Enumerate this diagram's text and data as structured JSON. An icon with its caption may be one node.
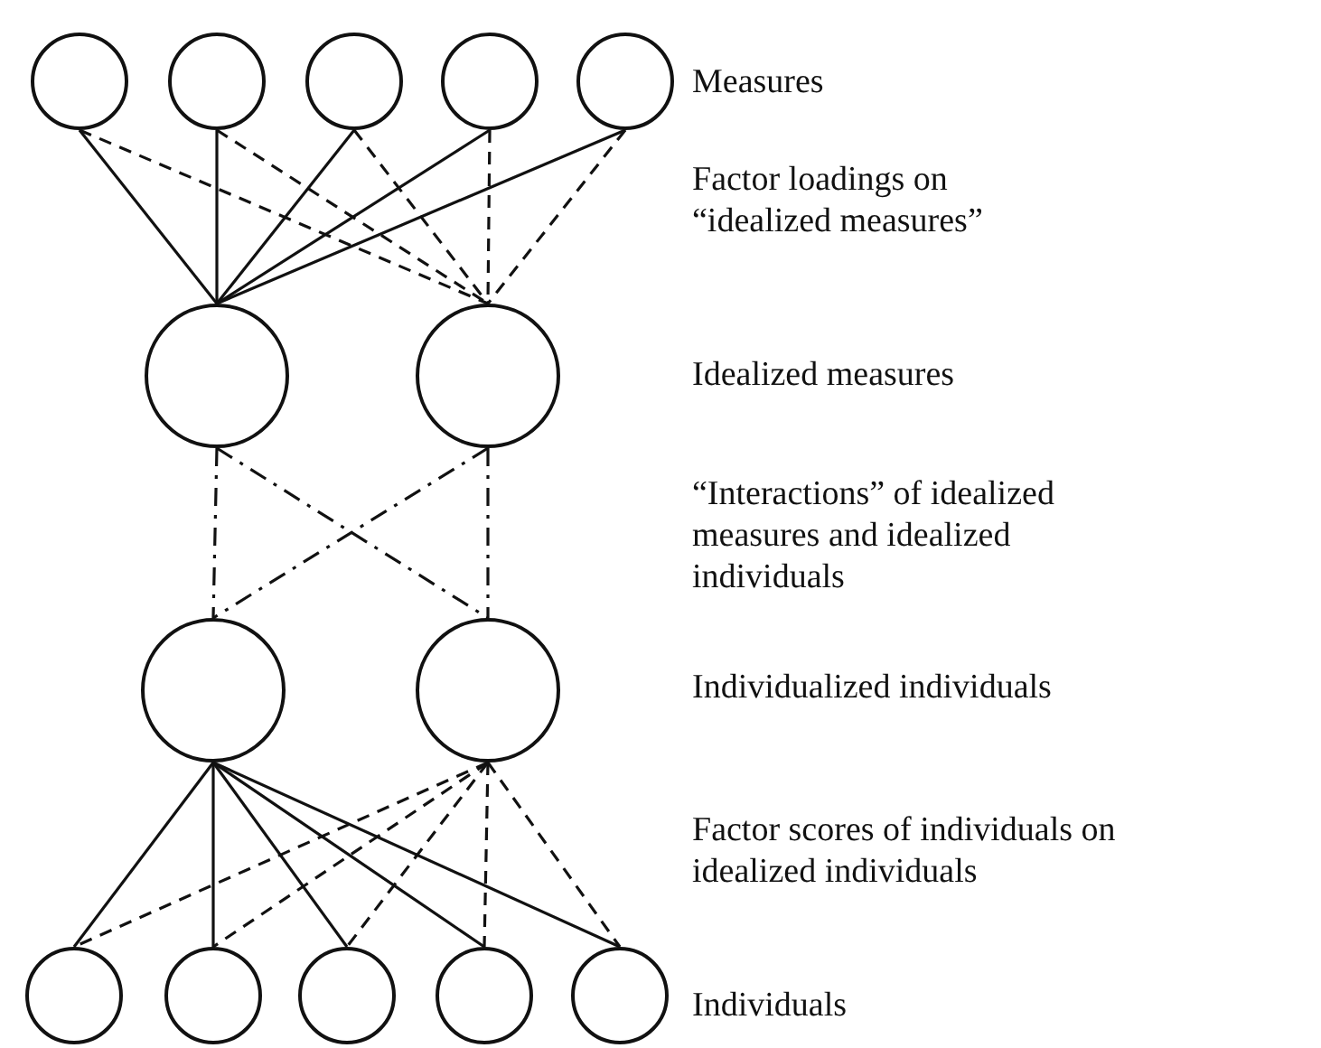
{
  "diagram": {
    "nodes": [
      {
        "text": [],
        "shape": "circle"
      },
      {
        "text": [],
        "shape": "circle"
      },
      {
        "text": [],
        "shape": "circle"
      },
      {
        "text": [],
        "shape": "circle"
      },
      {
        "text": [],
        "shape": "circle"
      },
      {
        "text": [],
        "shape": "circle"
      },
      {
        "text": [],
        "shape": "circle"
      },
      {
        "text": [],
        "shape": "circle"
      },
      {
        "text": [],
        "shape": "circle"
      },
      {
        "text": [],
        "shape": "circle"
      },
      {
        "text": [],
        "shape": "circle"
      },
      {
        "text": [],
        "shape": "circle"
      },
      {
        "text": [],
        "shape": "circle"
      },
      {
        "text": [],
        "shape": "circle"
      }
    ],
    "edges": [
      {
        "from": 0,
        "to": 5,
        "arrow": "none"
      },
      {
        "from": 1,
        "to": 5,
        "arrow": "none"
      },
      {
        "from": 2,
        "to": 5,
        "arrow": "none"
      },
      {
        "from": 3,
        "to": 5,
        "arrow": "none"
      },
      {
        "from": 4,
        "to": 5,
        "arrow": "none"
      },
      {
        "from": 0,
        "to": 6,
        "arrow": "none",
        "style": "dashed"
      },
      {
        "from": 1,
        "to": 6,
        "arrow": "none",
        "style": "dashed"
      },
      {
        "from": 2,
        "to": 6,
        "arrow": "none",
        "style": "dashed"
      },
      {
        "from": 3,
        "to": 6,
        "arrow": "none",
        "style": "dashed"
      },
      {
        "from": 4,
        "to": 6,
        "arrow": "none",
        "style": "dashed"
      },
      {
        "from": 5,
        "to": 7,
        "arrow": "none",
        "style": "dashed"
      },
      {
        "from": 5,
        "to": 8,
        "arrow": "none",
        "style": "dashed"
      },
      {
        "from": 6,
        "to": 7,
        "arrow": "none",
        "style": "dashed"
      },
      {
        "from": 6,
        "to": 8,
        "arrow": "none",
        "style": "dashed"
      },
      {
        "from": 7,
        "to": 9,
        "arrow": "none"
      },
      {
        "from": 7,
        "to": 10,
        "arrow": "none"
      },
      {
        "from": 7,
        "to": 11,
        "arrow": "none"
      },
      {
        "from": 7,
        "to": 12,
        "arrow": "none"
      },
      {
        "from": 7,
        "to": 13,
        "arrow": "none"
      },
      {
        "from": 8,
        "to": 9,
        "arrow": "none",
        "style": "dashed"
      },
      {
        "from": 8,
        "to": 10,
        "arrow": "none",
        "style": "dashed"
      },
      {
        "from": 8,
        "to": 11,
        "arrow": "none",
        "style": "dashed"
      },
      {
        "from": 8,
        "to": 12,
        "arrow": "none",
        "style": "dashed"
      },
      {
        "from": 8,
        "to": 13,
        "arrow": "none",
        "style": "dashed"
      }
    ],
    "labels": [
      "Measures",
      "Factor loadings on “idealized measures”",
      "Idealized measures",
      "“Interactions” of idealized measures and idealized individuals",
      "Individualized individuals",
      "Factor scores of individuals on idealized individuals",
      "Individuals"
    ]
  }
}
